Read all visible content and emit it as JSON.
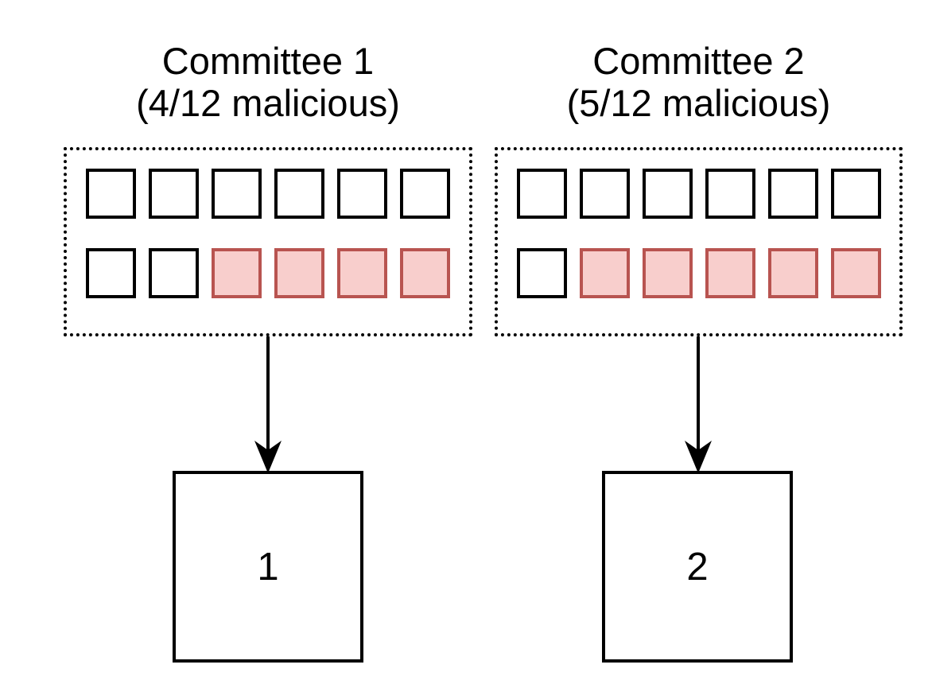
{
  "diagram": {
    "background": "#ffffff",
    "colors": {
      "honest_fill": "#ffffff",
      "honest_border": "#000000",
      "malicious_fill": "#f8cecc",
      "malicious_border": "#b85450",
      "arrow_color": "#000000"
    },
    "committees": [
      {
        "title": "Committee 1",
        "subtitle": "(4/12 malicious)",
        "total_members": 12,
        "malicious_members": 4,
        "columns": 6,
        "output_label": "1"
      },
      {
        "title": "Committee 2",
        "subtitle": "(5/12 malicious)",
        "total_members": 12,
        "malicious_members": 5,
        "columns": 6,
        "output_label": "2"
      }
    ]
  }
}
